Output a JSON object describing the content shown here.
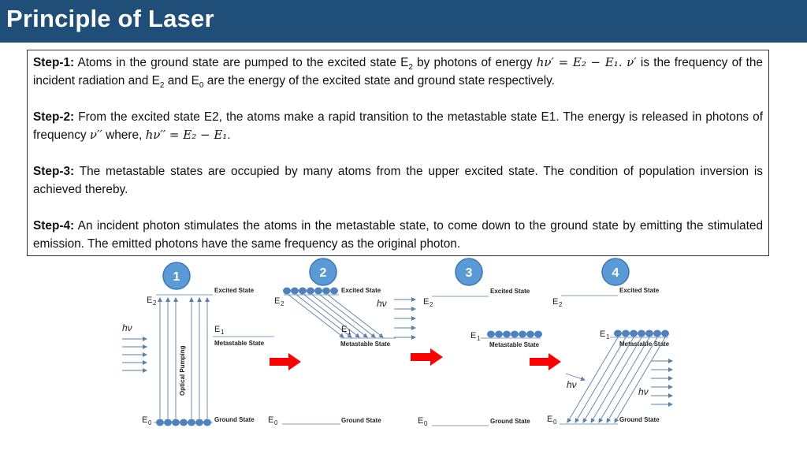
{
  "title": "Principle of Laser",
  "steps": [
    {
      "label": "Step-1:",
      "text_a": " Atoms in the ground state are pumped to the excited state E",
      "sub_a": "2",
      "text_b": " by photons of energy ",
      "math_a": "hν′ = E₂ − E₁. ν′",
      "text_c": " is the frequency of the incident radiation and E",
      "sub_b": "2",
      "text_d": " and E",
      "sub_c": "0",
      "text_e": " are the energy of the excited state and ground state respectively."
    },
    {
      "label": "Step-2:",
      "text_a": " From the excited state E2, the atoms make a rapid transition to the metastable state E1. The energy is released in photons of frequency ",
      "math_a": "ν′′",
      "text_b": " where, ",
      "math_b": "hν′′ = E₂ − E₁",
      "text_c": "."
    },
    {
      "label": "Step-3:",
      "text_a": " The metastable states are occupied by many atoms from the upper excited state. The condition of population inversion is achieved thereby."
    },
    {
      "label": "Step-4:",
      "text_a": " An incident photon stimulates the atoms in the metastable state, to come down to the ground state by emitting the stimulated emission. The emitted photons have the same frequency as the original photon."
    }
  ],
  "diagram": {
    "numbers": [
      "1",
      "2",
      "3",
      "4"
    ],
    "excited_state": "Excited State",
    "metastable_state": "Metastable State",
    "ground_state": "Ground State",
    "optical_pumping": "Optical Pumping",
    "hv": "hν",
    "E": "E",
    "sub_2": "2",
    "sub_1": "1",
    "sub_0": "0",
    "colors": {
      "header": "#1f4e79",
      "atom": "#4f81bd",
      "circle": "#5b9bd5",
      "arrow_red": "#ff0000",
      "line": "#7f9fbf"
    }
  }
}
